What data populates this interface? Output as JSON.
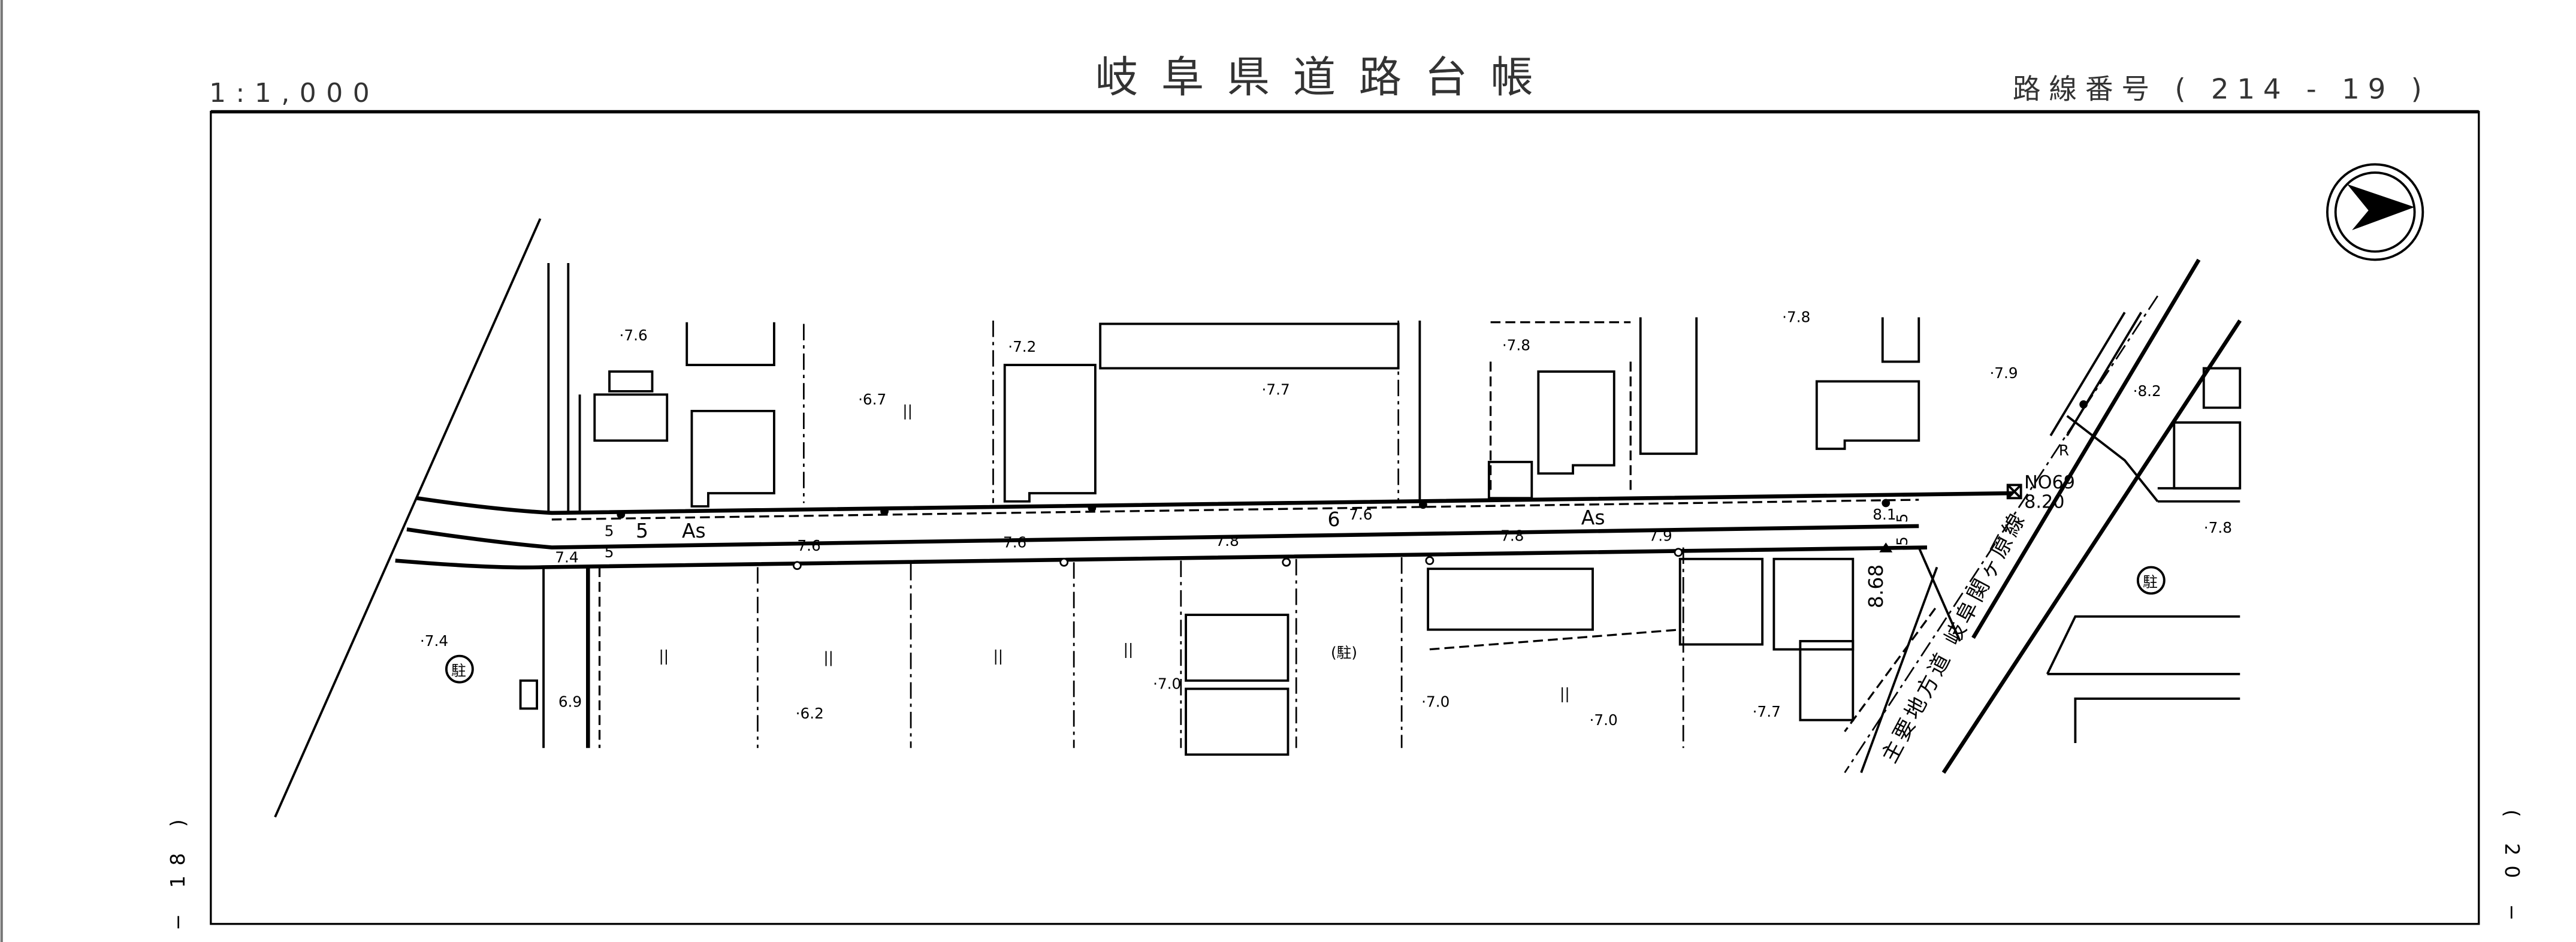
{
  "header": {
    "scale": "1:1,000",
    "title": "岐阜県道路台帳",
    "route_number": "路線番号 ( 214 - 19 )"
  },
  "sheet_links": {
    "left": "− 18 )",
    "right": "( 20 −"
  },
  "map": {
    "north_arrow": "north-arrow-icon",
    "elevations": [
      "·7.6",
      "·7.2",
      "·6.7",
      "·7.7",
      "·7.8",
      "·7.8",
      "·7.9",
      "·8.2",
      "·7.8",
      "7.4",
      "7.6",
      "7.6",
      "7.8",
      "7.6",
      "7.8",
      "7.9",
      "8.1",
      "·7.4",
      "6.9",
      "·6.2",
      "·7.0",
      "·7.0",
      "·7.0",
      "·7.7"
    ],
    "surface_labels": [
      "As",
      "As"
    ],
    "width_labels": [
      "5",
      "5",
      "5",
      "6",
      "5",
      "5"
    ],
    "benchmark": {
      "id": "NO69",
      "value": "8.20"
    },
    "spot_height": "8.68",
    "parking_symbols": [
      "駐",
      "駐",
      "(駐)"
    ],
    "ramp_label": "R",
    "field_marks": [
      "||",
      "||",
      "||",
      "||",
      "||",
      "||"
    ],
    "crossing_road_label": "主要地方道 岐阜関ヶ原線"
  }
}
